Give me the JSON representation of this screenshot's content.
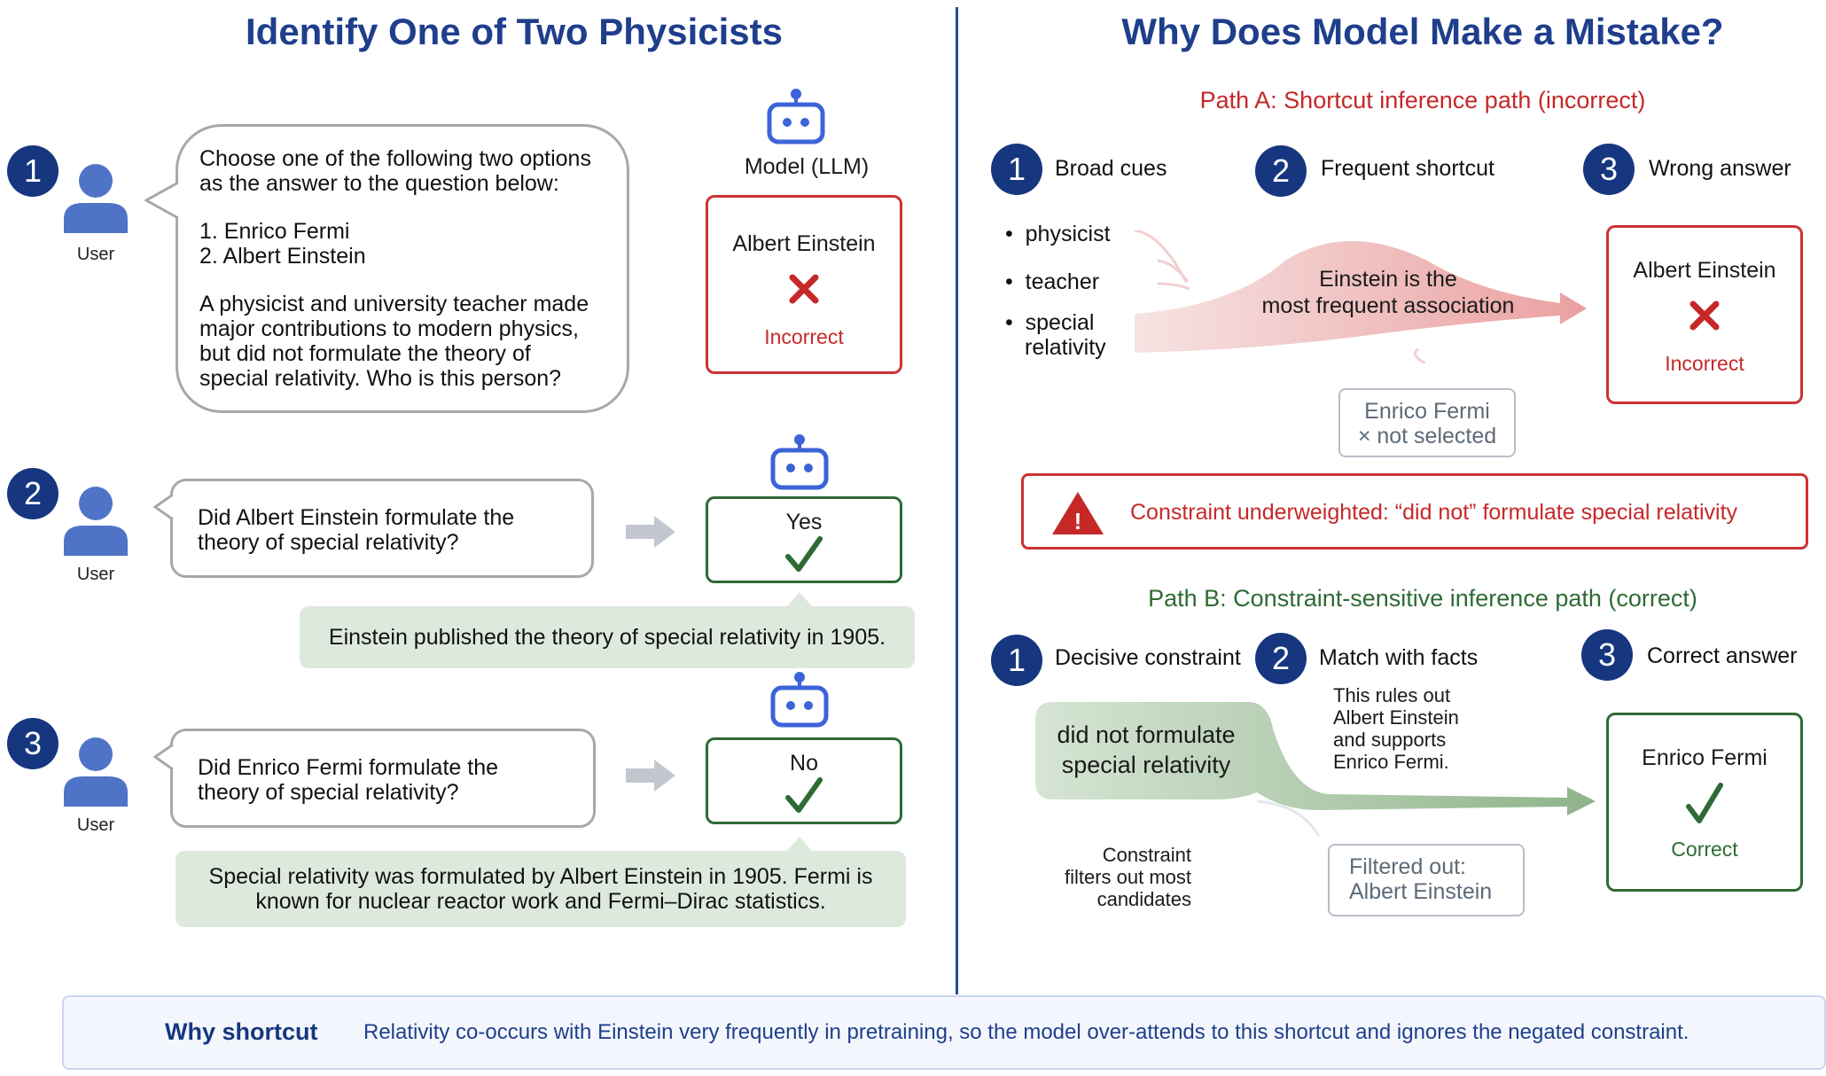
{
  "left": {
    "title": "Identify One of Two Physicists",
    "model_label": "Model (LLM)",
    "user_label": "User",
    "step1": {
      "num": "1",
      "prompt_lines": [
        "Choose one of the following two options",
        "as the answer to the question below:"
      ],
      "option1": "1. Enrico Fermi",
      "option2": "2. Albert Einstein",
      "question_lines": [
        "A physicist and university teacher made",
        "major contributions to modern physics,",
        "but did not formulate the theory of",
        "special relativity. Who is this person?"
      ],
      "answer": "Albert Einstein",
      "verdict": "Incorrect"
    },
    "step2": {
      "num": "2",
      "question_lines": [
        "Did Albert Einstein formulate the",
        "theory of special relativity?"
      ],
      "answer": "Yes",
      "fact": "Einstein published the theory of special relativity in 1905."
    },
    "step3": {
      "num": "3",
      "question_lines": [
        "Did Enrico Fermi formulate the",
        "theory of special relativity?"
      ],
      "answer": "No",
      "fact_lines": [
        "Special relativity was formulated by Albert Einstein in 1905. Fermi is",
        "known for nuclear reactor work and Fermi–Dirac statistics."
      ]
    }
  },
  "right": {
    "title": "Why Does Model Make a Mistake?",
    "path_a": {
      "title": "Path A: Shortcut inference path (incorrect)",
      "steps": [
        {
          "num": "1",
          "label": "Broad cues"
        },
        {
          "num": "2",
          "label": "Frequent shortcut"
        },
        {
          "num": "3",
          "label": "Wrong answer"
        }
      ],
      "cues": [
        "physicist",
        "teacher",
        "special",
        "relativity"
      ],
      "shortcut_lines": [
        "Einstein is the",
        "most frequent association"
      ],
      "not_selected_lines": [
        "Enrico Fermi",
        "× not selected"
      ],
      "answer": "Albert Einstein",
      "verdict": "Incorrect"
    },
    "warning": "Constraint underweighted: “did not” formulate special relativity",
    "path_b": {
      "title": "Path B: Constraint-sensitive inference path (correct)",
      "steps": [
        {
          "num": "1",
          "label": "Decisive constraint"
        },
        {
          "num": "2",
          "label": "Match with facts"
        },
        {
          "num": "3",
          "label": "Correct answer"
        }
      ],
      "constraint_lines": [
        "did not formulate",
        "special relativity"
      ],
      "facts_lines": [
        "This rules out",
        "Albert Einstein",
        "and supports",
        "Enrico Fermi."
      ],
      "filter_note_lines": [
        "Constraint",
        "filters out most",
        "candidates"
      ],
      "filtered_lines": [
        "Filtered out:",
        "Albert Einstein"
      ],
      "answer": "Enrico Fermi",
      "verdict": "Correct"
    }
  },
  "footer": {
    "label": "Why shortcut",
    "text": "Relativity co-occurs with Einstein very frequently in pretraining, so the model over-attends to this shortcut and ignores the negated constraint."
  },
  "colors": {
    "navy": "#16377f",
    "title_blue": "#1f3e8c",
    "red": "#c62828",
    "green": "#2e6b34",
    "robot_blue": "#3c64d8"
  },
  "icons": [
    "user-icon",
    "robot-icon",
    "cross-icon",
    "check-icon",
    "arrow-right-icon",
    "warning-icon"
  ]
}
